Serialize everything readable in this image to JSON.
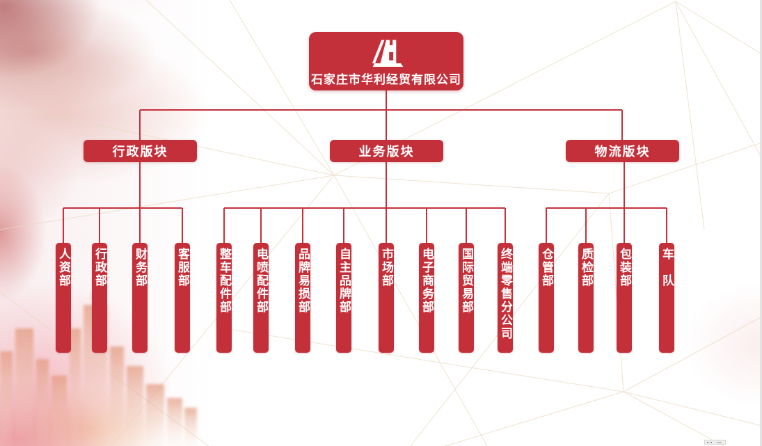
{
  "org": {
    "root": {
      "label": "石家庄市华利经贸有限公司",
      "logo": "huali-mountain-logo"
    },
    "groups": [
      {
        "label": "行政版块",
        "children": [
          "人资部",
          "行政部",
          "财务部",
          "客服部"
        ]
      },
      {
        "label": "业务版块",
        "children": [
          "整车配件部",
          "电喷配件部",
          "品牌易损部",
          "自主品牌部",
          "市场部",
          "电子商务部",
          "国际贸易部",
          "终端零售分公司"
        ]
      },
      {
        "label": "物流版块",
        "children": [
          "仓管部",
          "质检部",
          "包装部",
          "车　队"
        ]
      }
    ],
    "colors": {
      "node_red": "#c4303a",
      "line_red": "#c5303c",
      "text": "#ffffff",
      "mesh_beige": "#e9d9bf"
    }
  }
}
